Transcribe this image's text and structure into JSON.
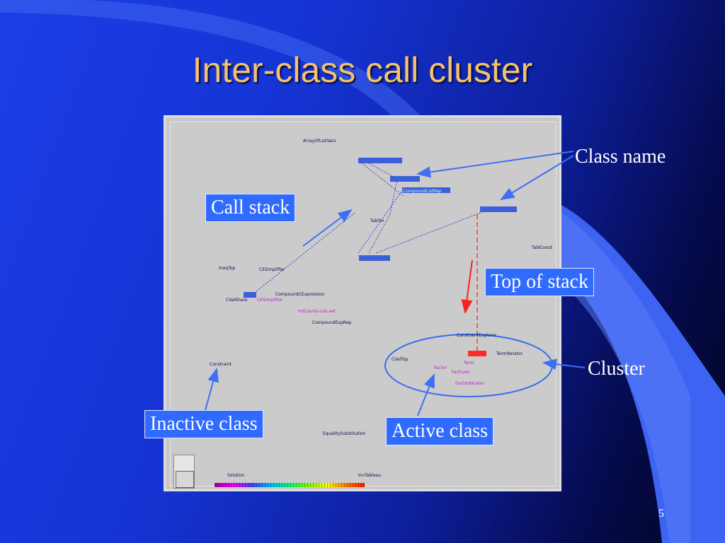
{
  "title": "Inter-class call cluster",
  "page_number": "5",
  "callouts": {
    "call_stack": "Call stack",
    "top_of_stack": "Top of stack",
    "inactive_class": "Inactive class",
    "active_class": "Active class"
  },
  "side_labels": {
    "class_name": "Class name",
    "cluster": "Cluster"
  },
  "diagram_labels": {
    "array_of_list_vars": "ArrayOfListVars",
    "tabisn": "TablSn",
    "tablconst": "TablConst",
    "ineqtop": "IneqTop",
    "ce_simplifier": "CESimplifier",
    "cvalshare": "CValShare",
    "ce_simplifier_active": "CESimplifier",
    "compound_c_expression": "CompoundCExpression",
    "intcounts_list_set": "IntCounts-List-set",
    "compound_exp_rep": "CompoundExpRep",
    "constraint_explorer": "ConstraintExplorer",
    "cvaltop": "CValTop",
    "term_iterator": "TermIterator",
    "term": "Term",
    "factor": "Factor",
    "fact_less": "FactLess",
    "factor_iterator": "FactorIterator",
    "constraint": "Constraint",
    "equality_substitution": "EqualitySubstitution",
    "solution": "Solution",
    "invtableau": "InvTableau",
    "compound_list_rep": "CompoundListRep"
  },
  "colors": {
    "title": "#f5c26b",
    "callout_bg": "#2f6bff",
    "bar": "#3a5fd8",
    "top_bar": "#ff2a2a",
    "active_label": "#c020c0",
    "inactive_label": "#0c0c4a",
    "cluster_ring": "#3b6cf0"
  }
}
